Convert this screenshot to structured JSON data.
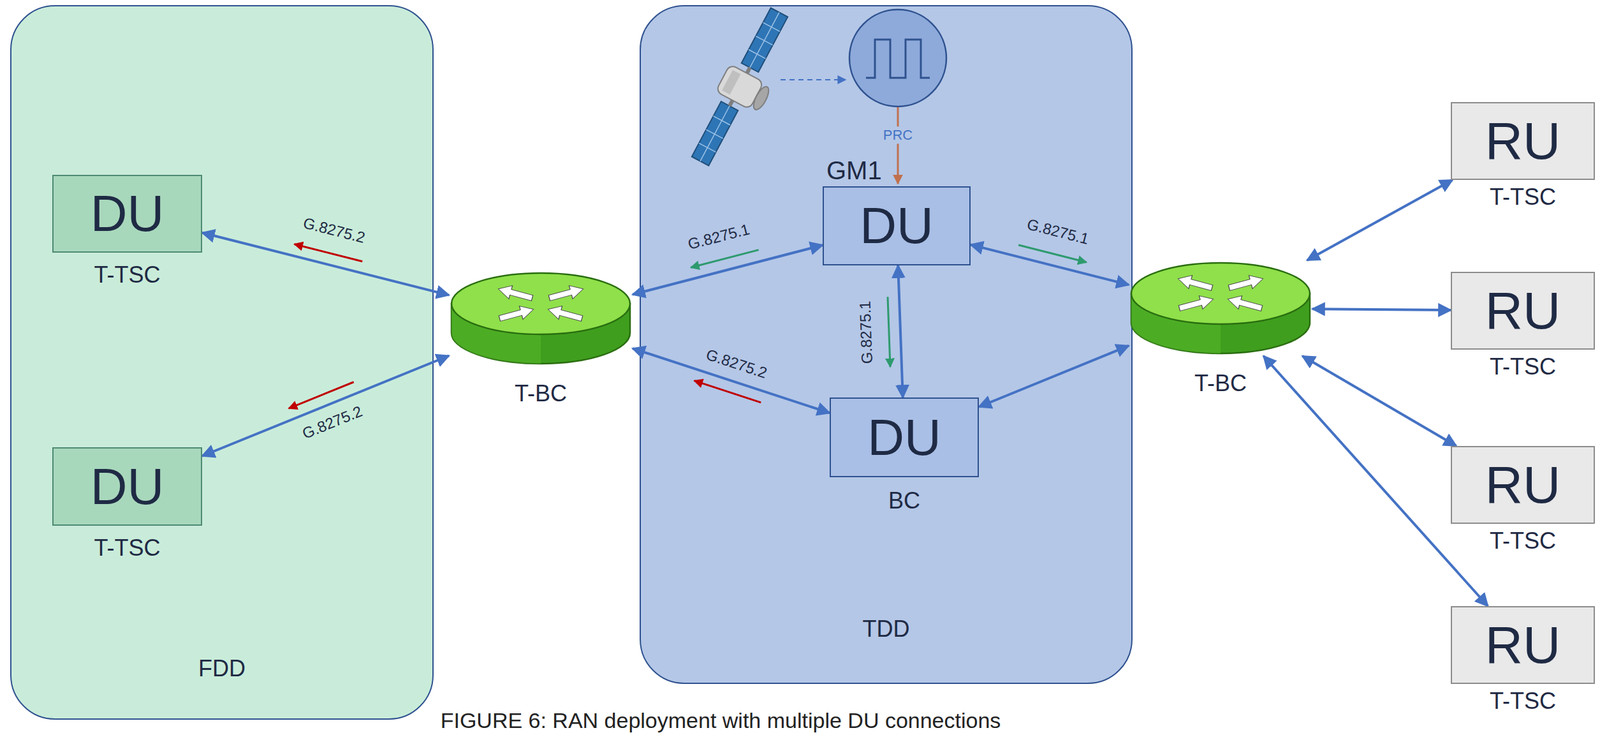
{
  "diagram": {
    "caption": "FIGURE 6: RAN deployment with multiple DU connections",
    "nodes": [
      {
        "text": [
          "FDD"
        ]
      },
      {
        "text": [
          "DU",
          "T-TSC"
        ],
        "in": 0
      },
      {
        "text": [
          "DU",
          "T-TSC"
        ],
        "in": 0
      },
      {
        "text": [
          "T-BC"
        ]
      },
      {
        "text": [
          "TDD"
        ]
      },
      {
        "text": [
          "GM1",
          "DU"
        ],
        "in": 4
      },
      {
        "text": [
          "DU",
          "BC"
        ],
        "in": 4
      },
      {
        "text": [
          "T-BC"
        ]
      },
      {
        "text": [
          "RU",
          "T-TSC"
        ]
      },
      {
        "text": [
          "RU",
          "T-TSC"
        ]
      },
      {
        "text": [
          "RU",
          "T-TSC"
        ]
      },
      {
        "text": [
          "RU",
          "T-TSC"
        ]
      }
    ],
    "edges": [
      {
        "from": 1,
        "to": 3,
        "arrow": "both",
        "label": "G.8275.2"
      },
      {
        "from": 2,
        "to": 3,
        "arrow": "both",
        "label": "G.8275.2"
      },
      {
        "from": 5,
        "to": 3,
        "arrow": "both",
        "label": "G.8275.1"
      },
      {
        "from": 6,
        "to": 3,
        "arrow": "both",
        "label": "G.8275.2"
      },
      {
        "from": 5,
        "to": 6,
        "arrow": "both",
        "label": "G.8275.1"
      },
      {
        "from": 5,
        "to": 7,
        "arrow": "both",
        "label": "G.8275.1"
      },
      {
        "from": 6,
        "to": 7,
        "arrow": "both"
      },
      {
        "from": 7,
        "to": 8,
        "arrow": "both"
      },
      {
        "from": 7,
        "to": 9,
        "arrow": "both"
      },
      {
        "from": 7,
        "to": 10,
        "arrow": "both"
      },
      {
        "from": 7,
        "to": 11,
        "arrow": "both"
      }
    ],
    "labels": [
      "PRC"
    ]
  }
}
